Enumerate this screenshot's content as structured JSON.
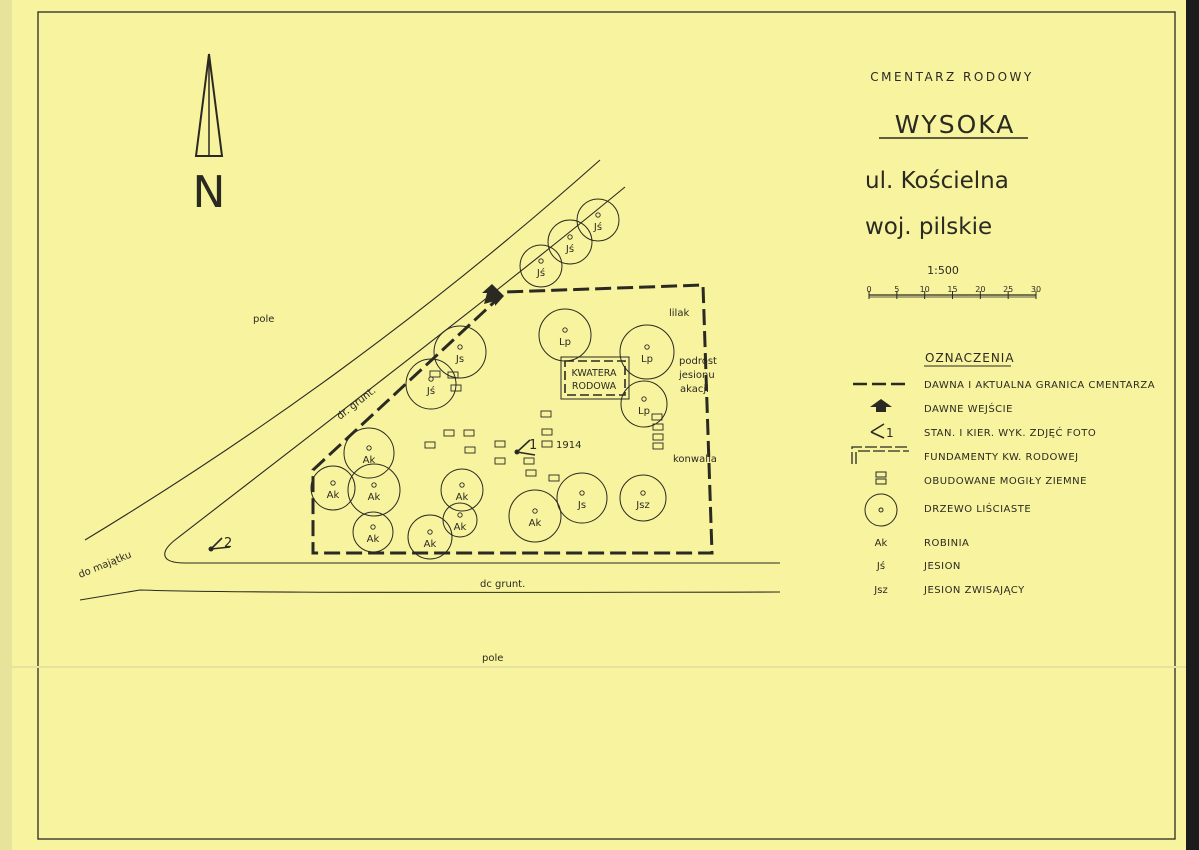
{
  "title": {
    "heading": "CMENTARZ RODOWY",
    "place": "WYSOKA",
    "street": "ul. Kościelna",
    "province": "woj. pilskie",
    "scale": "1:500",
    "scale_ticks": [
      "0",
      "5",
      "10",
      "15",
      "20",
      "25",
      "30"
    ]
  },
  "north_label": "N",
  "legend": {
    "title": "OZNACZENIA",
    "items": [
      {
        "symbol": "dashed-line",
        "label": "DAWNA I AKTUALNA GRANICA CMENTARZA"
      },
      {
        "symbol": "arrow-up-icon",
        "label": "DAWNE WEJŚCIE"
      },
      {
        "symbol": "photo-station-icon",
        "symbol_text": "1",
        "label": "STAN. I KIER. WYK. ZDJĘĆ FOTO"
      },
      {
        "symbol": "foundation-line",
        "label": "FUNDAMENTY KW. RODOWEJ"
      },
      {
        "symbol": "grave-icon",
        "label": "OBUDOWANE MOGIŁY ZIEMNE"
      },
      {
        "symbol": "tree-circle-icon",
        "label": "DRZEWO LIŚCIASTE"
      },
      {
        "symbol": "text",
        "symbol_text": "Ak",
        "label": "ROBINIA"
      },
      {
        "symbol": "text",
        "symbol_text": "Jś",
        "label": "JESION"
      },
      {
        "symbol": "text",
        "symbol_text": "Jsz",
        "label": "JESION ZWISAJĄCY"
      }
    ]
  },
  "map": {
    "labels": {
      "field_top": "pole",
      "field_bottom": "pole",
      "road_diag": "dr. grunt.",
      "road_bottom": "dc grunt.",
      "to_estate": "do majątku",
      "lilak": "lilak",
      "podrost_1": "podrost",
      "podrost_2": "jesionu",
      "podrost_3": "akacji",
      "konwalia": "konwalia",
      "grave_year": "1914",
      "kwatera_1": "KWATERA",
      "kwatera_2": "RODOWA",
      "photo_1": "1",
      "photo_2": "2"
    },
    "trees": [
      "Jś",
      "Jś",
      "Jś",
      "Js",
      "Jś",
      "Lp",
      "Lp",
      "Lp",
      "Ak",
      "Ak",
      "Ak",
      "Ak",
      "Ak",
      "Ak",
      "Ak",
      "Ak",
      "Js",
      "Jsz"
    ]
  },
  "colors": {
    "paper": "#f7f39e",
    "ink": "#2b2a22"
  }
}
